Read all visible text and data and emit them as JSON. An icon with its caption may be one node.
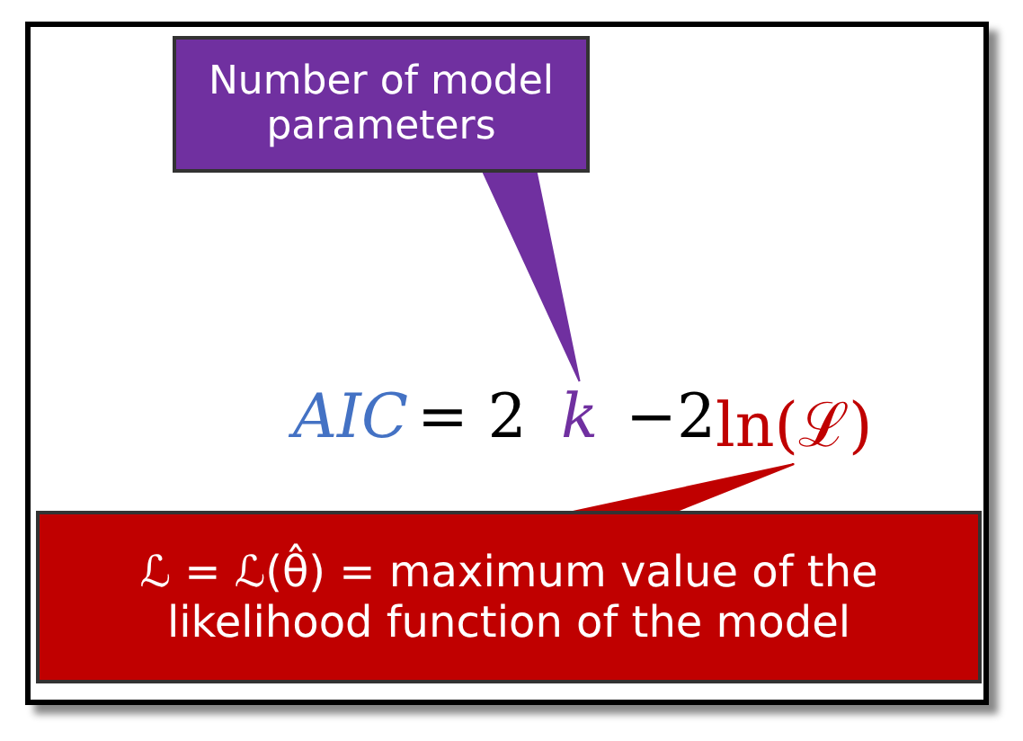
{
  "diagram": {
    "nodes": [
      {
        "text": [
          "Number of model parameters"
        ]
      },
      {
        "text": [
          "ℒ = ℒ(θ̂) = maximum value of the likelihood function of the model"
        ]
      },
      {
        "text": [
          "AIC"
        ]
      },
      {
        "text": [
          "= 2"
        ]
      },
      {
        "text": [
          "k"
        ]
      },
      {
        "text": [
          "−2"
        ]
      },
      {
        "text": [
          "ln(ℒ)"
        ]
      }
    ],
    "edges": [
      {
        "from": 0,
        "to": 4,
        "arrow": "none",
        "color": "#7030a0"
      },
      {
        "from": 1,
        "to": 6,
        "arrow": "none",
        "color": "#c00000"
      }
    ]
  }
}
